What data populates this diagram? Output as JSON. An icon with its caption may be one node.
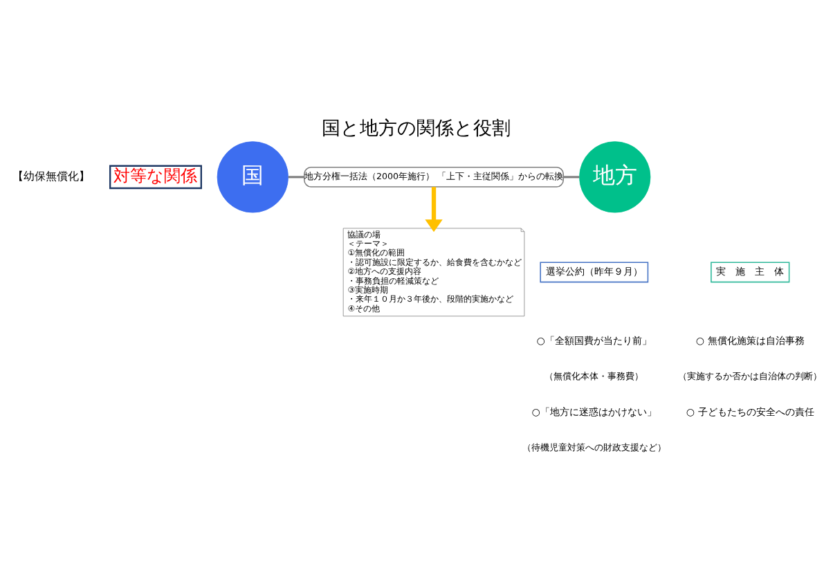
{
  "diagram": {
    "title": "国と地方の関係と役割",
    "nodes": [
      {
        "text": [
          "対等な関係"
        ]
      },
      {
        "text": [
          "国"
        ]
      },
      {
        "text": [
          "地方分権一括法（2000年施行） 「上下・主従関係」からの転換"
        ]
      },
      {
        "text": [
          "地方"
        ]
      },
      {
        "text": [
          "選挙公約（昨年９月）"
        ]
      },
      {
        "text": [
          "協議の場",
          "＜テーマ＞",
          "①無償化の範囲",
          "・認可施設に限定するか、給食費を含むかなど",
          "②地方への支援内容",
          "・事務負担の軽減策など",
          "③実施時期",
          "・来年１０月か３年後か、段階的実施かなど",
          "④その他"
        ]
      },
      {
        "text": [
          "実　施　主　体"
        ]
      }
    ],
    "edges": [
      {
        "from": 1,
        "to": 2,
        "arrow": "none"
      },
      {
        "from": 2,
        "to": 3,
        "arrow": "none"
      },
      {
        "from": 2,
        "to": 5,
        "arrow": "to",
        "style": "thick",
        "color": "#ffc000"
      }
    ],
    "labels": [
      "【幼保無償化】",
      "○「全額国費が当たり前」",
      "（無償化本体・事務費）",
      "○「地方に迷惑はかけない」",
      "（待機児童対策への財政支援など）",
      "○ 無償化施策は自治事務",
      "（実施するか否かは自治体の判断）",
      "○ 子どもたちの安全への責任"
    ]
  }
}
